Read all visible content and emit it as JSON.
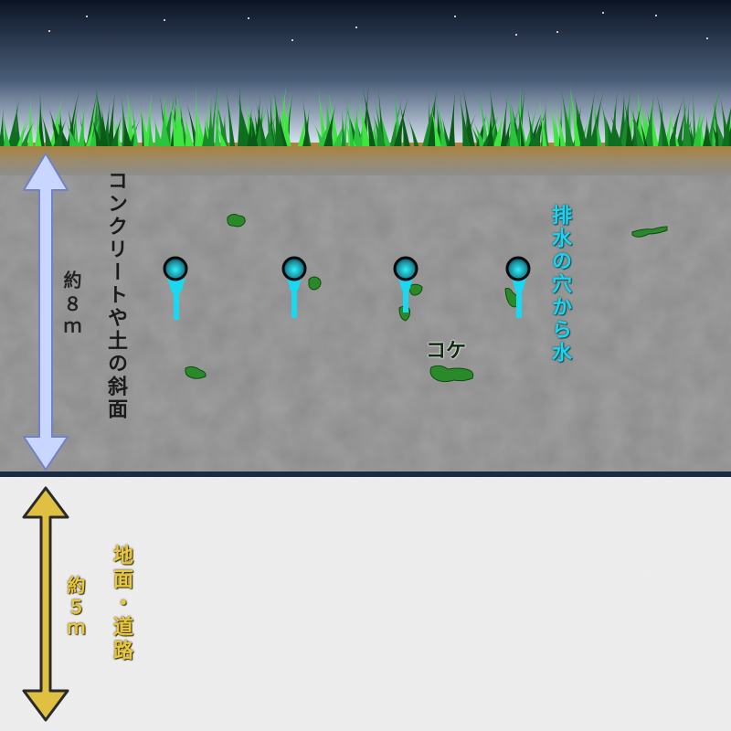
{
  "labels": {
    "slope": "コンクリートや土の斜面",
    "slope_height": "約８ｍ",
    "drain": "排水の穴から水",
    "moss": "コケ",
    "ground": "地面・道路",
    "ground_height": "約５ｍ"
  },
  "colors": {
    "sky_top": "#0b1424",
    "sky_horizon": "#d8e4f2",
    "grass_light": "#3fe63f",
    "grass_dark": "#0f6e1f",
    "soil": "#a87a30",
    "slope": "#8d8d8d",
    "ground": "#efefef",
    "boundary": "#1b2b44",
    "water": "#19d9f0",
    "moss": "#2a8a2a",
    "slope_arrow": "#c9d6ff",
    "ground_arrow": "#e0c040"
  },
  "icons": {
    "slope_arrow": "double-headed-vertical-arrow",
    "ground_arrow": "double-headed-vertical-arrow",
    "drain_holes": "drain-pipe-outlet"
  }
}
